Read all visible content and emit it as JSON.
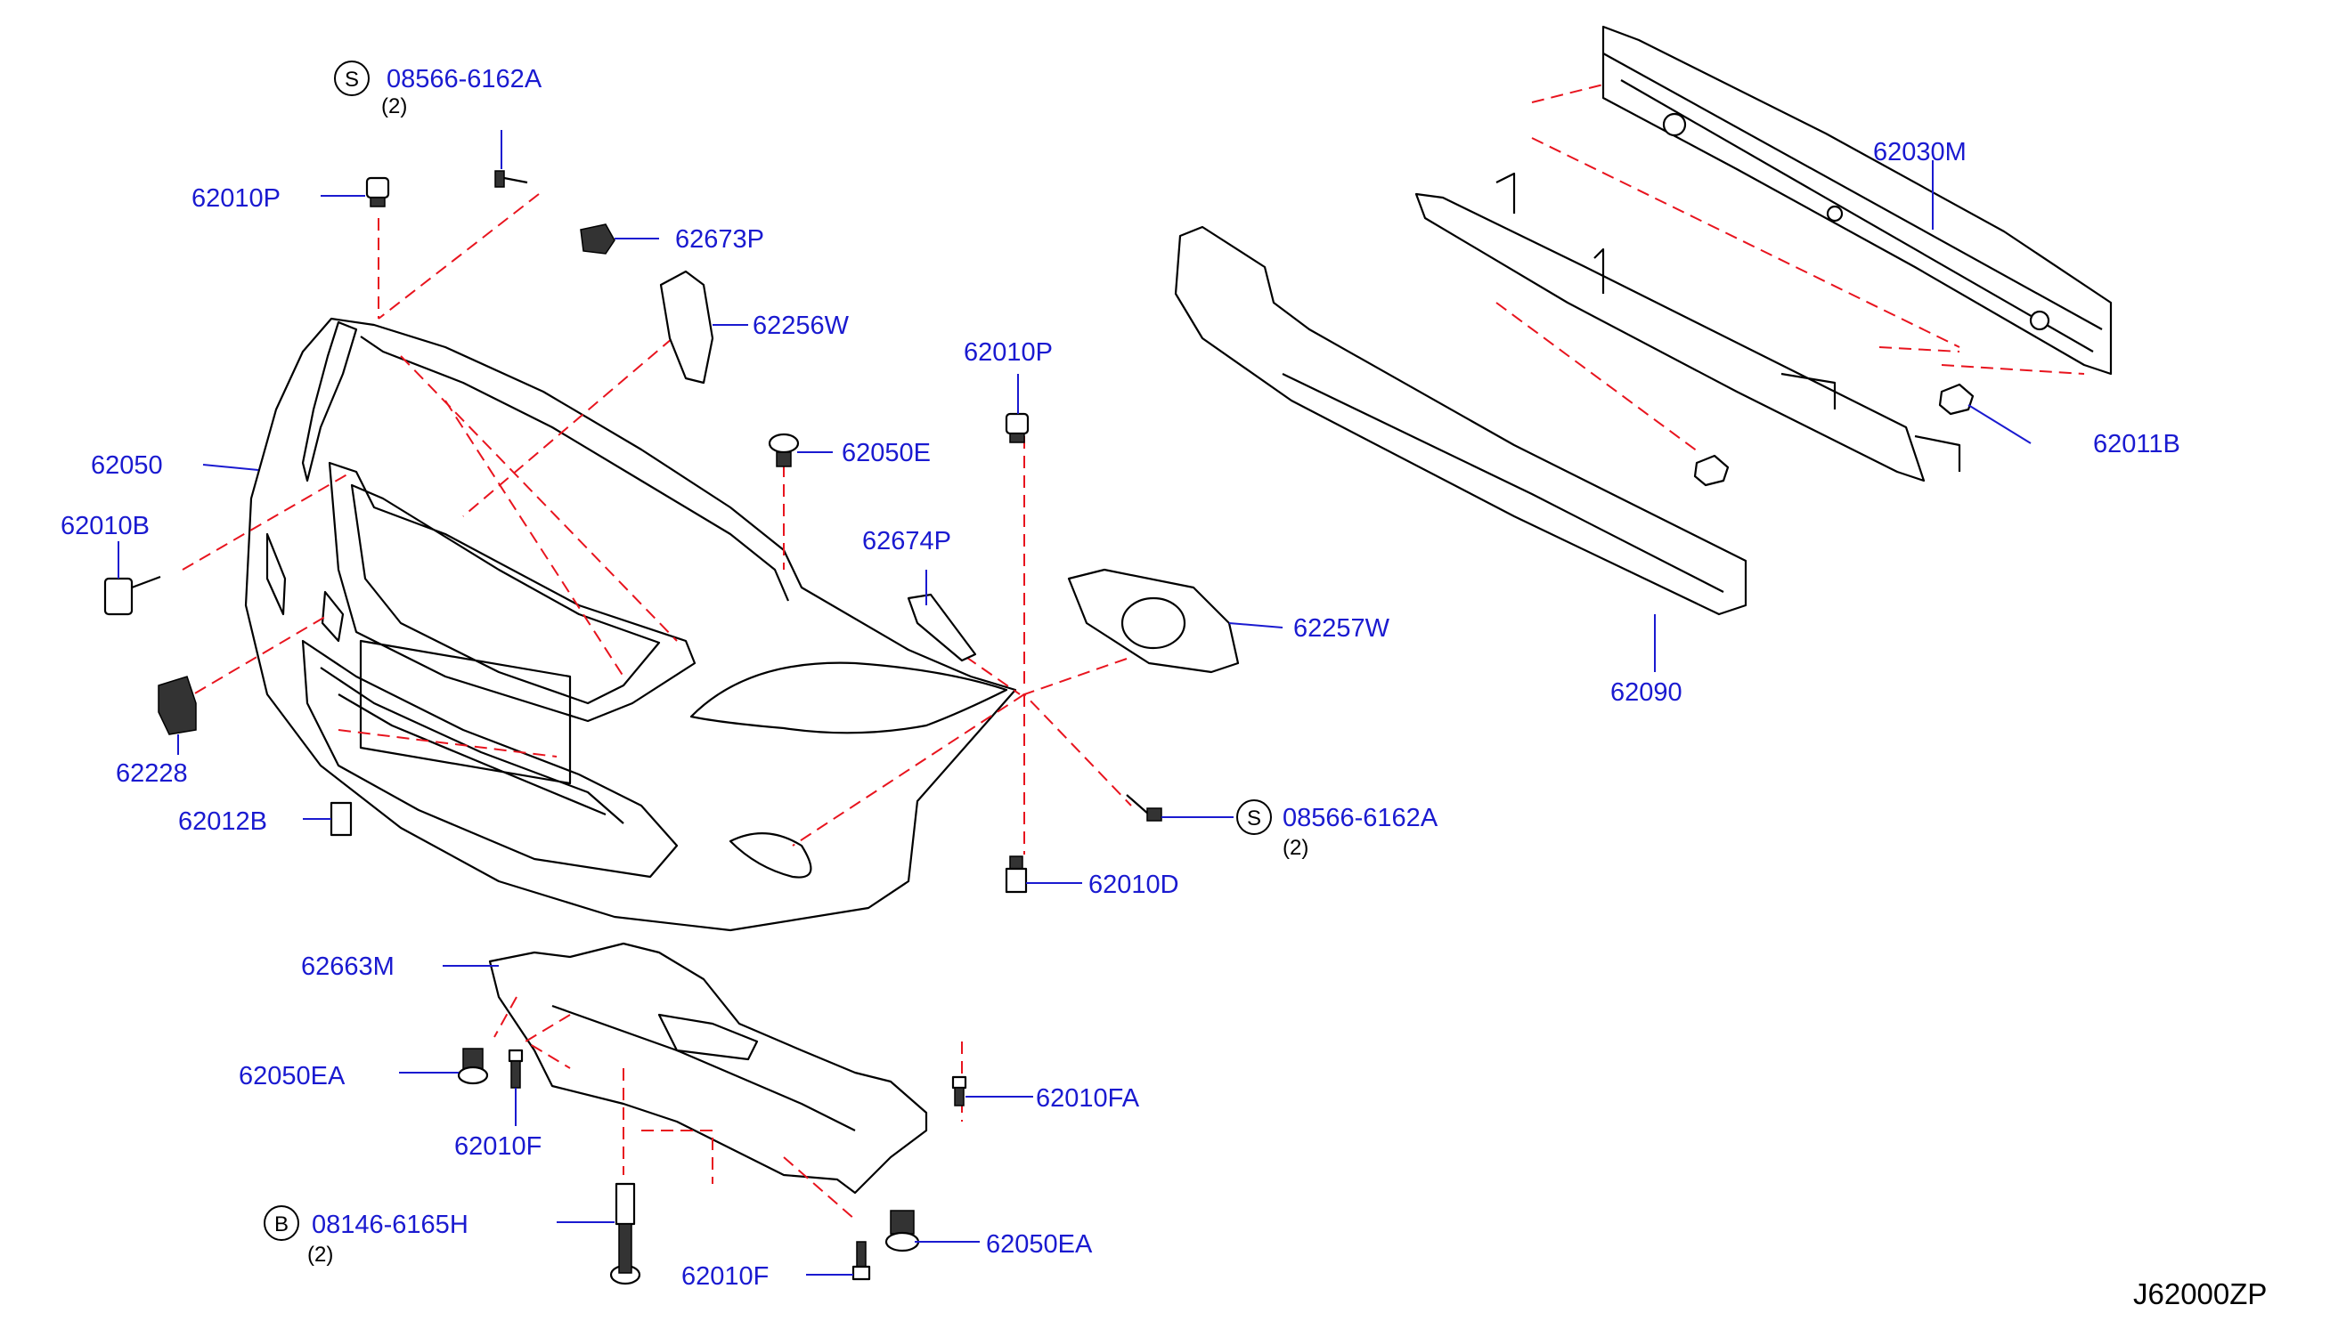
{
  "colors": {
    "label": "#1a1ad0",
    "dashed_line": "#e8141e",
    "part_outline": "#000000"
  },
  "diagram_code": "J62000ZP",
  "labels": {
    "s1_part": "08566-6162A",
    "s1_symbol": "S",
    "s1_qty": "(2)",
    "p62010p_top": "62010P",
    "p62673p": "62673P",
    "p62256w": "62256W",
    "p62010p_mid": "62010P",
    "p62050e": "62050E",
    "p62050": "62050",
    "p62010b": "62010B",
    "p62674p": "62674P",
    "p62257w": "62257W",
    "p62228": "62228",
    "p62012b": "62012B",
    "s2_part": "08566-6162A",
    "s2_symbol": "S",
    "s2_qty": "(2)",
    "p62010d": "62010D",
    "p62030m": "62030M",
    "p62011b": "62011B",
    "p62090": "62090",
    "p62663m": "62663M",
    "p62050ea_left": "62050EA",
    "p62010f_left": "62010F",
    "p62010fa": "62010FA",
    "b_part": "08146-6165H",
    "b_symbol": "B",
    "b_qty": "(2)",
    "p62050ea_right": "62050EA",
    "p62010f_bottom": "62010F"
  }
}
